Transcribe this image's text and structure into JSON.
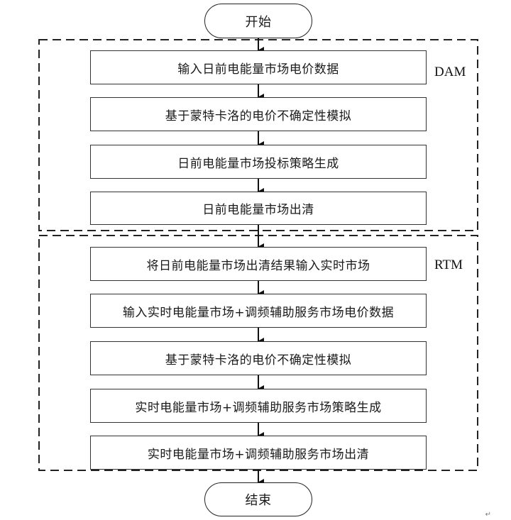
{
  "diagram": {
    "start": {
      "label": "开始"
    },
    "end": {
      "label": "结束"
    },
    "groups": [
      {
        "label": "DAM",
        "steps": [
          "输入日前电能量市场电价数据",
          "基于蒙特卡洛的电价不确定性模拟",
          "日前电能量市场投标策略生成",
          "日前电能量市场出清"
        ]
      },
      {
        "label": "RTM",
        "steps": [
          "将日前电能量市场出清结果输入实时市场",
          "输入实时电能量市场+调频辅助服务市场电价数据",
          "基于蒙特卡洛的电价不确定性模拟",
          "实时电能量市场+调频辅助服务市场策略生成",
          "实时电能量市场+调频辅助服务市场出清"
        ]
      }
    ],
    "paragraph_mark": "↵"
  }
}
